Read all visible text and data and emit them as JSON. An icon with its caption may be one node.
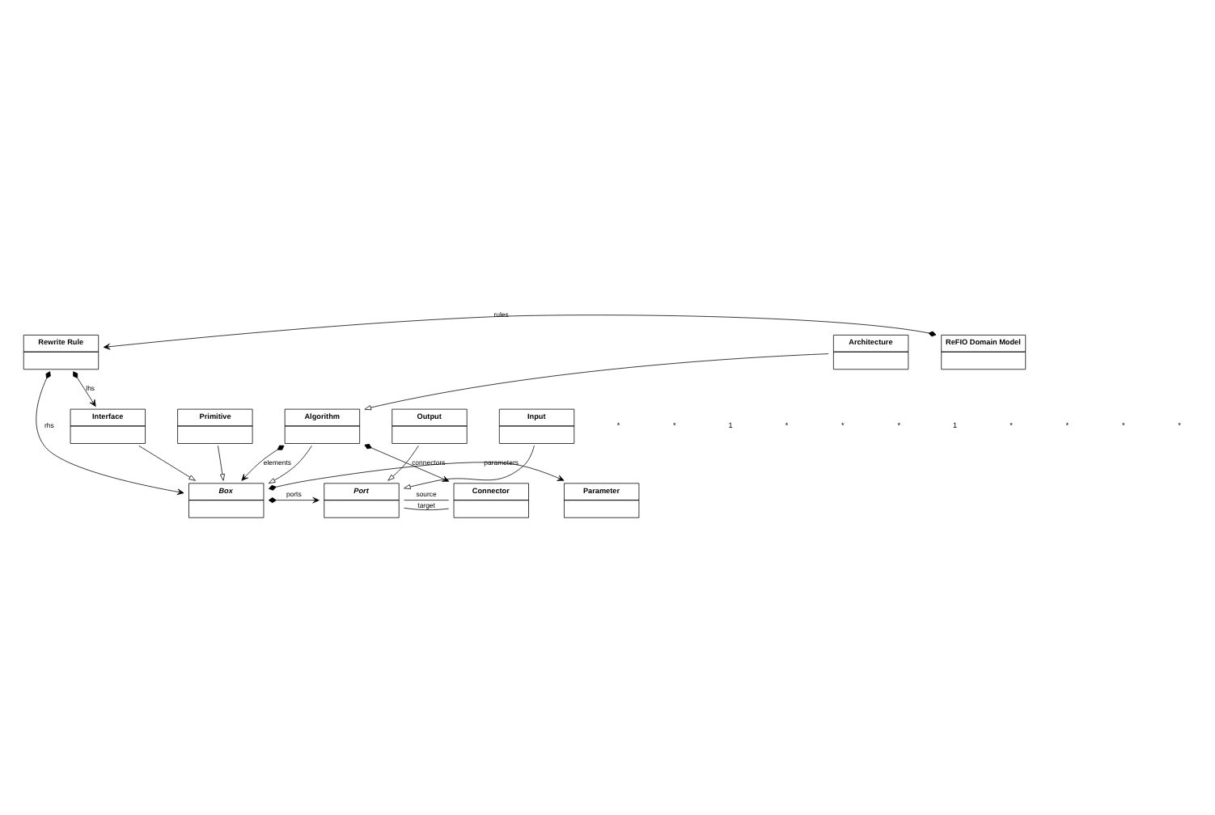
{
  "diagram": {
    "nodes": [
      {
        "text": [
          "Rewrite Rule"
        ]
      },
      {
        "text": [
          "ReFIO Domain Model"
        ]
      },
      {
        "text": [
          "Parameter"
        ]
      },
      {
        "text": [
          "Box"
        ]
      },
      {
        "text": [
          "Port"
        ]
      },
      {
        "text": [
          "Connector"
        ]
      },
      {
        "text": [
          "Interface"
        ]
      },
      {
        "text": [
          "Primitive"
        ]
      },
      {
        "text": [
          "Algorithm"
        ]
      },
      {
        "text": [
          "Output"
        ]
      },
      {
        "text": [
          "Input"
        ]
      },
      {
        "text": [
          "Architecture"
        ]
      }
    ],
    "edges": [
      {
        "from": 1,
        "to": 0,
        "arrow": "to",
        "label": "rules"
      },
      {
        "from": 0,
        "to": 3,
        "arrow": "to",
        "label": "rhs"
      },
      {
        "from": 0,
        "to": 6,
        "arrow": "to",
        "label": "lhs"
      },
      {
        "from": 3,
        "to": 2,
        "arrow": "to",
        "label": "parameters"
      },
      {
        "from": 3,
        "to": 4,
        "arrow": "to",
        "label": "ports"
      },
      {
        "from": 8,
        "to": 3,
        "arrow": "to",
        "label": "elements"
      },
      {
        "from": 8,
        "to": 5,
        "arrow": "to",
        "label": "connectors"
      },
      {
        "from": 4,
        "to": 5,
        "arrow": "none",
        "label": "source"
      },
      {
        "from": 4,
        "to": 5,
        "arrow": "none",
        "label": "target"
      },
      {
        "from": 6,
        "to": 3,
        "arrow": "to"
      },
      {
        "from": 7,
        "to": 3,
        "arrow": "to"
      },
      {
        "from": 8,
        "to": 3,
        "arrow": "to"
      },
      {
        "from": 9,
        "to": 4,
        "arrow": "to"
      },
      {
        "from": 10,
        "to": 4,
        "arrow": "to"
      },
      {
        "from": 11,
        "to": 8,
        "arrow": "to"
      }
    ],
    "labels": [
      "*",
      "*",
      "1",
      "*",
      "*",
      "*",
      "1",
      "*",
      "*",
      "*",
      "*"
    ]
  }
}
